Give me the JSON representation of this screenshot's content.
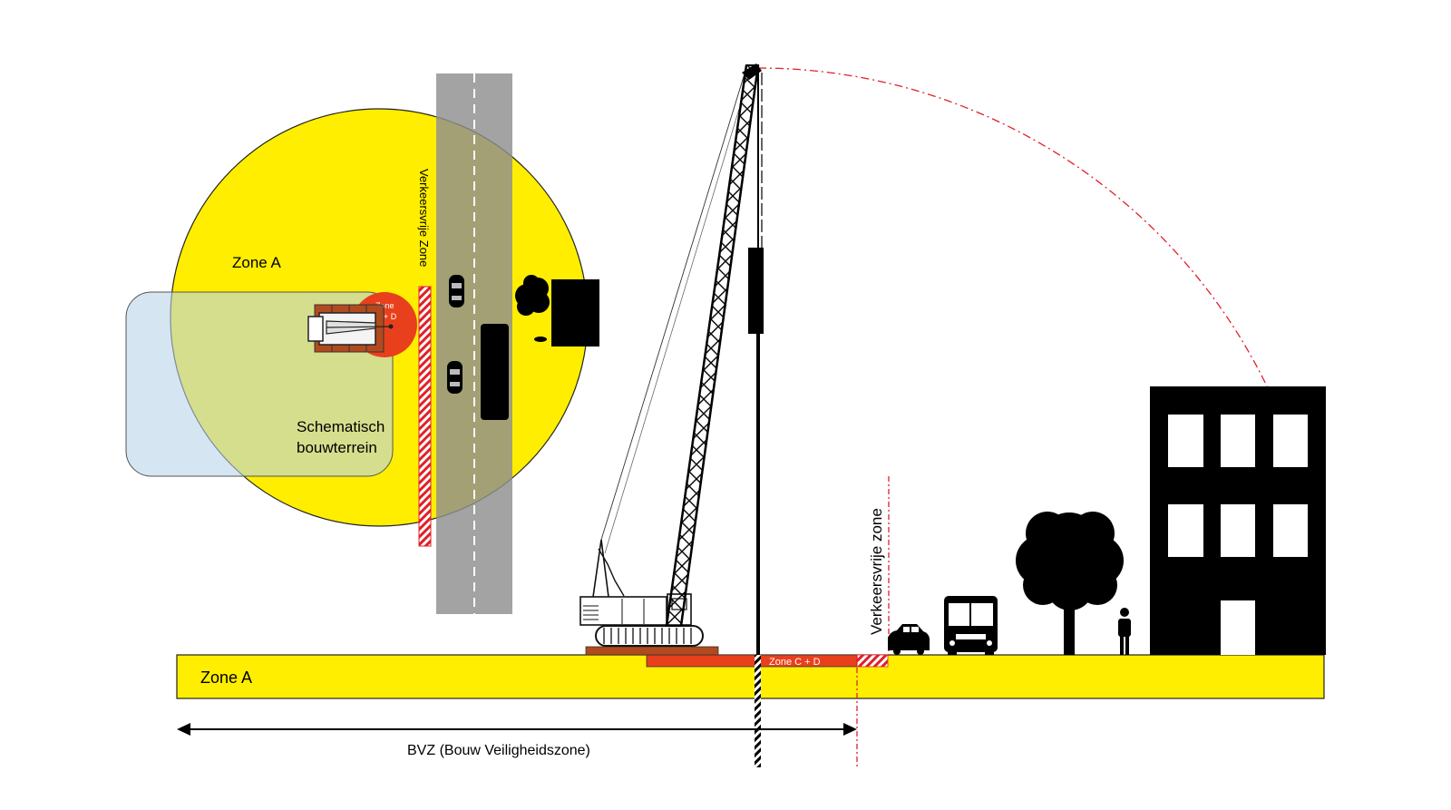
{
  "plan": {
    "zone_a_label": "Zone A",
    "site_label_line1": "Schematisch",
    "site_label_line2": "bouwterrein",
    "traffic_free_label": "Verkeersvrije Zone",
    "zone_cd_line1": "Zone",
    "zone_cd_line2": "C + D"
  },
  "elevation": {
    "zone_a_label": "Zone A",
    "zone_cd_label": "Zone C + D",
    "traffic_free_label": "Verkeersvrije zone",
    "bvz_label": "BVZ (Bouw Veiligheidszone)"
  },
  "colors": {
    "zone_a": "#ffee00",
    "zone_cd": "#e8401c",
    "site": "#cfe3f3",
    "road": "#9a9a9a",
    "danger_line": "#e0202a",
    "black": "#000000"
  }
}
